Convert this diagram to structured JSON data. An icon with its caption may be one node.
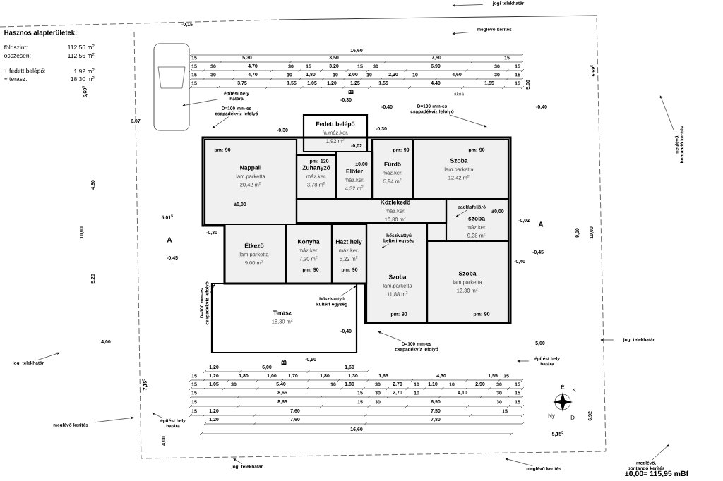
{
  "diagram": {
    "nodes": [
      {
        "text": [
          "Fedett belépő",
          "fa.máz.ker.",
          "1,92 m$^{2}$"
        ]
      },
      {
        "text": [
          "Nappali",
          "lam.parketta",
          "20,42 m$^{2}$"
        ]
      },
      {
        "text": [
          "Zuhanyzó",
          "máz.ker.",
          "3,78 m$^{2}$"
        ]
      },
      {
        "text": [
          "Előtér",
          "máz.ker.",
          "4,32 m$^{2}$"
        ]
      },
      {
        "text": [
          "Fürdő",
          "máz.ker.",
          "5,94 m$^{2}$"
        ]
      },
      {
        "text": [
          "Szoba",
          "lam.parketta",
          "12,42 m$^{2}$"
        ]
      },
      {
        "text": [
          "Közlekedő",
          "máz.ker.",
          "10,80 m$^{2}$"
        ]
      },
      {
        "text": [
          "szoba",
          "máz.ker.",
          "9,28 m$^{2}$"
        ]
      },
      {
        "text": [
          "Étkező",
          "lam.parketta",
          "9,00 m$^{2}$"
        ]
      },
      {
        "text": [
          "Konyha",
          "máz.ker.",
          "7,20 m$^{2}$"
        ]
      },
      {
        "text": [
          "Házt.hely",
          "máz.ker.",
          "5,22 m$^{2}$"
        ]
      },
      {
        "text": [
          "Szoba",
          "lam.parketta",
          "11,88 m$^{2}$"
        ]
      },
      {
        "text": [
          "Szoba",
          "lam.parketta",
          "12,30 m$^{2}$"
        ]
      },
      {
        "text": [
          "Terasz",
          "18,30 m$^{2}$"
        ]
      },
      {
        "text": [
          "D=100 mm-es csapadékvíz lefolyó"
        ]
      },
      {
        "text": [
          "D=100 mm-es csapadékvíz lefolyó"
        ]
      },
      {
        "text": [
          "D=100 mm-es csapadékvíz lefolyó"
        ]
      },
      {
        "text": [
          "D=100 mm-es csapadékvíz lefolyó"
        ]
      },
      {
        "text": [
          "hőszivattyú beltéri egység"
        ],
        "in": 11
      },
      {
        "text": [
          "hőszivattyú kültéri egység"
        ],
        "in": 13
      },
      {
        "text": [
          "építési hely határa"
        ]
      },
      {
        "text": [
          "építési hely határa"
        ]
      },
      {
        "text": [
          "építési hely határa"
        ]
      },
      {
        "text": [
          "meglévő kerítés"
        ]
      },
      {
        "text": [
          "meglévő kerítés"
        ]
      },
      {
        "text": [
          "meglévő kerítés"
        ]
      },
      {
        "text": [
          "meglévő, bontandó kerítés"
        ]
      },
      {
        "text": [
          "meglévő, bontandó kerítés"
        ]
      },
      {
        "text": [
          "jogi telekhatár"
        ]
      },
      {
        "text": [
          "jogi telekhatár"
        ]
      },
      {
        "text": [
          "jogi telekhatár"
        ]
      },
      {
        "text": [
          "jogi telekhatár"
        ]
      },
      {
        "text": [
          "padlásfeljáró"
        ],
        "in": 7
      }
    ],
    "edges": [
      {
        "from": 14,
        "to": null,
        "arrow": "to"
      },
      {
        "from": 15,
        "to": null,
        "arrow": "to"
      },
      {
        "from": 16,
        "to": null,
        "arrow": "to"
      },
      {
        "from": 17,
        "to": null,
        "arrow": "to"
      },
      {
        "from": 18,
        "to": null,
        "arrow": "to"
      },
      {
        "from": 19,
        "to": null,
        "arrow": "to"
      },
      {
        "from": 20,
        "to": null,
        "arrow": "to"
      },
      {
        "from": 21,
        "to": null,
        "arrow": "to"
      },
      {
        "from": 22,
        "to": null,
        "arrow": "to"
      },
      {
        "from": 23,
        "to": null,
        "arrow": "to"
      },
      {
        "from": 24,
        "to": null,
        "arrow": "to"
      },
      {
        "from": 25,
        "to": null,
        "arrow": "to"
      },
      {
        "from": 26,
        "to": null,
        "arrow": "to"
      },
      {
        "from": 27,
        "to": null,
        "arrow": "to"
      },
      {
        "from": 28,
        "to": null,
        "arrow": "to"
      },
      {
        "from": 29,
        "to": null,
        "arrow": "to"
      },
      {
        "from": 30,
        "to": null,
        "arrow": "to"
      },
      {
        "from": 31,
        "to": null,
        "arrow": "to"
      },
      {
        "from": 32,
        "to": null,
        "arrow": "to"
      }
    ],
    "labels": [
      "Hasznos alapterületek:",
      "földszint:",
      "112,56 m$^{2}$",
      "összesen:",
      "112,56 m$^{2}$",
      "+ fedett belépő:",
      "1,92 m$^{2}$",
      "+ terasz:",
      "18,30 m$^{2}$",
      "16,60",
      "15",
      "5,30",
      "3,50",
      "7,50",
      "15",
      "15",
      "30",
      "4,70",
      "30",
      "15",
      "3,20",
      "15",
      "30",
      "6,90",
      "30",
      "15",
      "15",
      "30",
      "4,70",
      "10",
      "1,80",
      "10",
      "2,00",
      "10",
      "2,20",
      "10",
      "4,60",
      "30",
      "15",
      "15",
      "3,75",
      "1,55",
      "1,05",
      "1,20",
      "1,25",
      "1,55",
      "4,40",
      "1,55",
      "15",
      "1,20",
      "6,00",
      "1,60",
      "15",
      "1,20",
      "1,80",
      "1,00",
      "1,70",
      "1,80",
      "1,30",
      "1,65",
      "4,30",
      "1,55",
      "15",
      "15",
      "1,05",
      "30",
      "5,40",
      "10",
      "1,80",
      "30",
      "2,70",
      "10",
      "1,10",
      "10",
      "2,90",
      "30",
      "15",
      "15",
      "8,65",
      "15",
      "30",
      "2,70",
      "10",
      "4,10",
      "30",
      "15",
      "15",
      "8,65",
      "15",
      "30",
      "6,90",
      "30",
      "15",
      "15",
      "1,20",
      "7,60",
      "7,50",
      "15",
      "1,20",
      "7,60",
      "7,80",
      "16,60",
      "-0,15",
      "-0,30",
      "-0,40",
      "-0,40",
      "-0,30",
      "-0,30",
      "-0,02",
      "±0,00",
      "±0,00",
      "-0,30",
      "-0,45",
      "±0,00",
      "-0,02",
      "-0,45",
      "-0,40",
      "-0,40",
      "-0,50",
      "A",
      "A",
      "B",
      "B",
      "akna",
      "É",
      "K",
      "D",
      "Ny",
      "6,69$^{5}$",
      "6,07",
      "4,80",
      "10,00",
      "5,20",
      "5,01$^{5}$",
      "4,00",
      "7,15$^{5}$",
      "4,00",
      "6,69$^{5}$",
      "5,00",
      "9,10",
      "10,00",
      "5,00",
      "6,92",
      "5,15$^{5}$",
      "pm: 90",
      "pm: 90",
      "pm: 90",
      "pm: 90",
      "pm: 90",
      "pm: 90",
      "pm: 90",
      "pm: 120",
      "±0,00= 115,95 mBf"
    ]
  }
}
